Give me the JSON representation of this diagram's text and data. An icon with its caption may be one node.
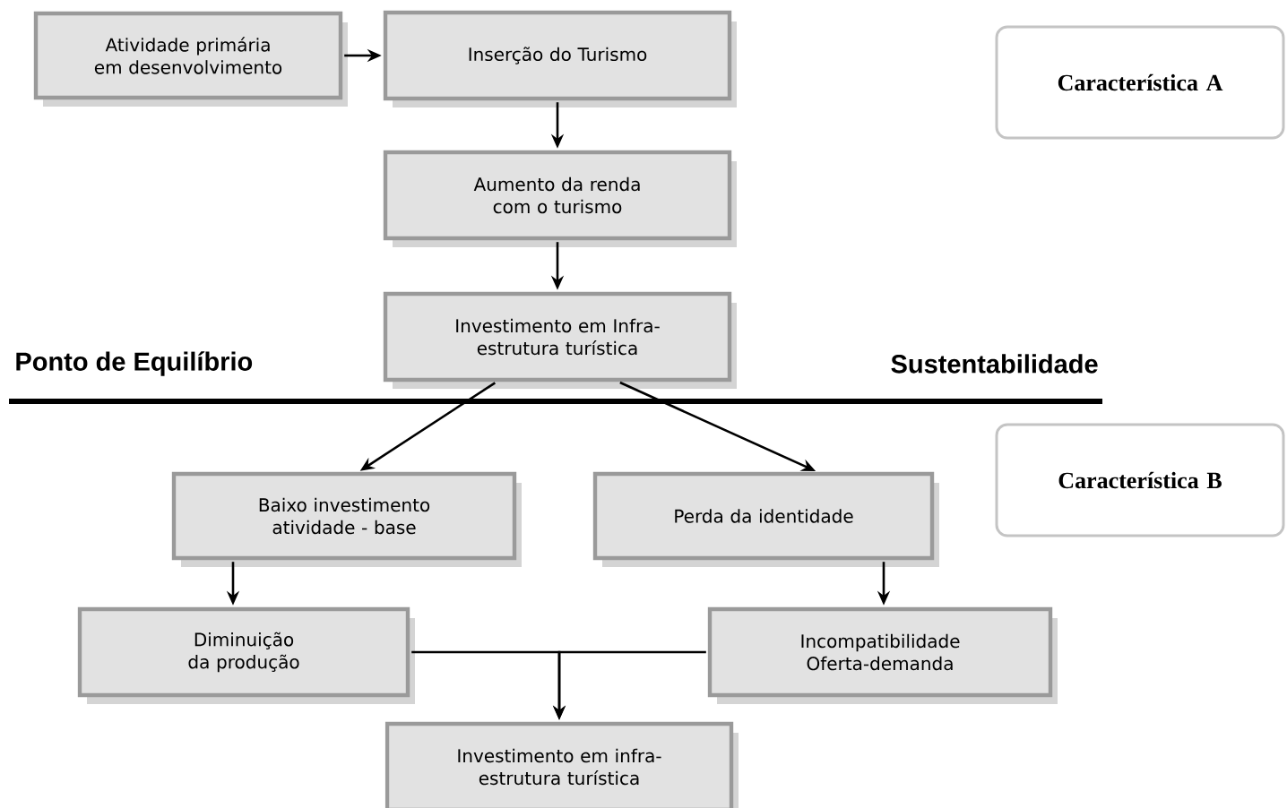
{
  "diagram": {
    "nodes": [
      {
        "text": [
          "Atividade primária em desenvolvimento"
        ]
      },
      {
        "text": [
          "Inserção do Turismo"
        ]
      },
      {
        "text": [
          "Aumento da renda com o turismo"
        ]
      },
      {
        "text": [
          "Investimento em Infra-estrutura turística"
        ]
      },
      {
        "text": [
          "Característica A"
        ]
      },
      {
        "text": [
          "Baixo investimento atividade - base"
        ]
      },
      {
        "text": [
          "Perda da identidade"
        ]
      },
      {
        "text": [
          "Característica B"
        ]
      },
      {
        "text": [
          "Diminuição da produção"
        ]
      },
      {
        "text": [
          "Incompatibilidade Oferta-demanda"
        ]
      },
      {
        "text": [
          "Investimento em infra-estrutura turística"
        ]
      }
    ],
    "edges": [
      {
        "from": 0,
        "to": 1,
        "arrow": "to"
      },
      {
        "from": 1,
        "to": 2,
        "arrow": "to"
      },
      {
        "from": 2,
        "to": 3,
        "arrow": "to"
      },
      {
        "from": 3,
        "to": 5,
        "arrow": "to"
      },
      {
        "from": 3,
        "to": 6,
        "arrow": "to"
      },
      {
        "from": 5,
        "to": 8,
        "arrow": "to"
      },
      {
        "from": 6,
        "to": 9,
        "arrow": "to"
      },
      {
        "from": 8,
        "to": 10,
        "arrow": "to"
      },
      {
        "from": 9,
        "to": 10,
        "arrow": "to"
      }
    ],
    "labels": [
      "Ponto de Equilíbrio",
      "Sustentabilidade"
    ]
  }
}
